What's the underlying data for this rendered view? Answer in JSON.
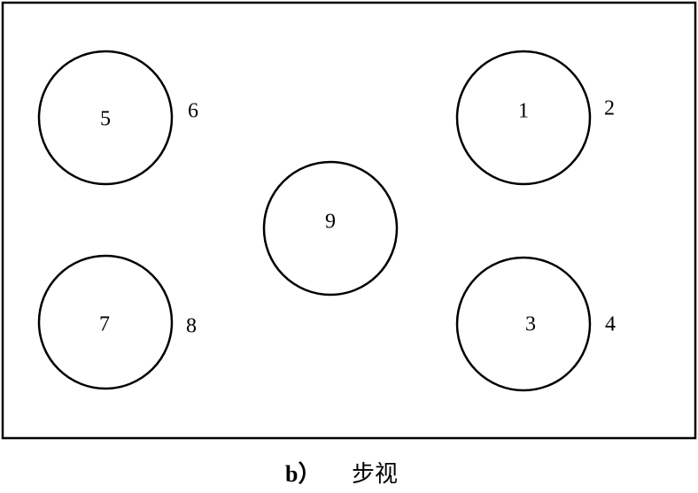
{
  "diagram": {
    "labels": {
      "c1": "1",
      "n2": "2",
      "c3": "3",
      "n4": "4",
      "c5": "5",
      "n6": "6",
      "c7": "7",
      "n8": "8",
      "c9": "9"
    },
    "caption": {
      "letter": "b）",
      "text": "步视"
    }
  }
}
